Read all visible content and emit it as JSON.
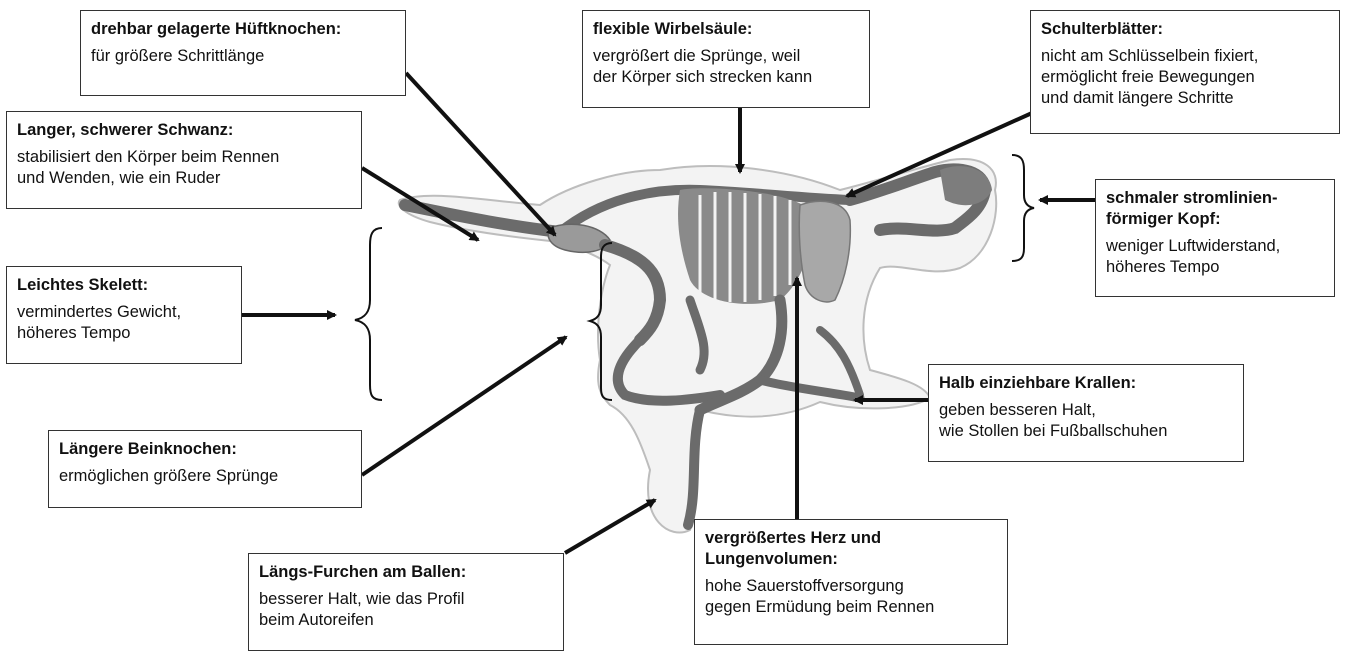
{
  "colors": {
    "bone": "#7a7a7a",
    "bone_dark": "#5e5e5e",
    "outline": "#c8c8c8",
    "line": "#111111"
  },
  "labels": {
    "hip": {
      "title": "drehbar gelagerte Hüftknochen:",
      "lines": [
        "für größere Schrittlänge"
      ]
    },
    "spine": {
      "title": "flexible Wirbelsäule:",
      "lines": [
        "vergrößert die Sprünge, weil",
        "der Körper sich strecken kann"
      ]
    },
    "shoulder": {
      "title": "Schulterblätter:",
      "lines": [
        "nicht am Schlüsselbein fixiert,",
        "ermöglicht freie Bewegungen",
        "und damit längere Schritte"
      ]
    },
    "tail": {
      "title": "Langer, schwerer Schwanz:",
      "lines": [
        "stabilisiert den Körper beim Rennen",
        "und Wenden, wie ein Ruder"
      ]
    },
    "head": {
      "title_lines": [
        "schmaler stromlinien-",
        "förmiger Kopf:"
      ],
      "lines": [
        "weniger Luftwiderstand,",
        "höheres Tempo"
      ]
    },
    "skeleton": {
      "title": "Leichtes Skelett:",
      "lines": [
        "vermindertes Gewicht,",
        "höheres Tempo"
      ]
    },
    "claws": {
      "title": "Halb einziehbare Krallen:",
      "lines": [
        "geben besseren Halt,",
        "wie Stollen bei Fußballschuhen"
      ]
    },
    "leg": {
      "title": "Längere Beinknochen:",
      "lines": [
        "ermöglichen größere Sprünge"
      ]
    },
    "paw": {
      "title": "Längs-Furchen am Ballen:",
      "lines": [
        "besserer Halt, wie das Profil",
        "beim Autoreifen"
      ]
    },
    "heart": {
      "title_lines": [
        "vergrößertes Herz und",
        "Lungenvolumen:"
      ],
      "lines": [
        "hohe Sauerstoffversorgung",
        "gegen Ermüdung beim Rennen"
      ]
    }
  }
}
